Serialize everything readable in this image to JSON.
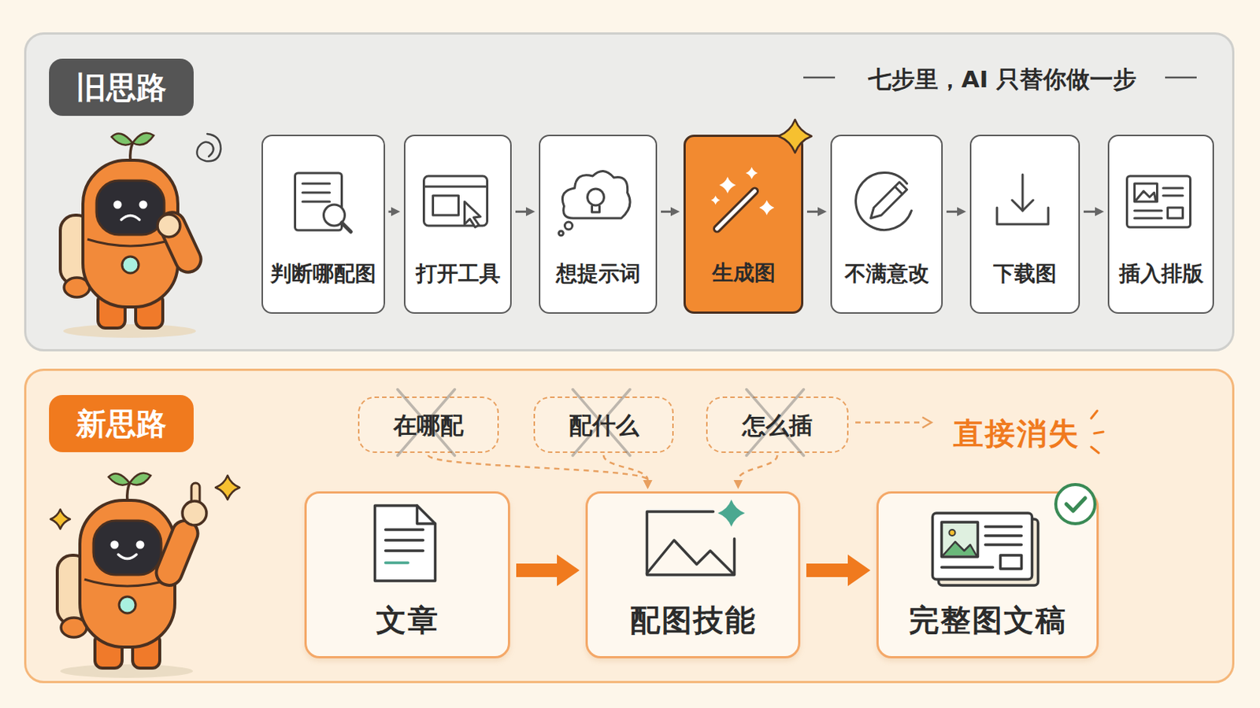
{
  "diagram": {
    "nodes": [
      {
        "text": [
          "旧思路",
          "七步里，AI 只替你做一步"
        ]
      },
      {
        "text": [
          "判断哪配图"
        ],
        "in": 0
      },
      {
        "text": [
          "打开工具"
        ],
        "in": 0
      },
      {
        "text": [
          "想提示词"
        ],
        "in": 0
      },
      {
        "text": [
          "生成图"
        ],
        "in": 0
      },
      {
        "text": [
          "不满意改"
        ],
        "in": 0
      },
      {
        "text": [
          "下载图"
        ],
        "in": 0
      },
      {
        "text": [
          "插入排版"
        ],
        "in": 0
      },
      {
        "text": [
          "新思路"
        ]
      },
      {
        "text": [
          "在哪配"
        ],
        "in": 8
      },
      {
        "text": [
          "配什么"
        ],
        "in": 8
      },
      {
        "text": [
          "怎么插"
        ],
        "in": 8
      },
      {
        "text": [
          "文章"
        ],
        "in": 8
      },
      {
        "text": [
          "配图技能"
        ],
        "in": 8
      },
      {
        "text": [
          "完整图文稿"
        ],
        "in": 8
      }
    ],
    "edges": [
      {
        "from": 1,
        "to": 2,
        "arrow": "to"
      },
      {
        "from": 2,
        "to": 3,
        "arrow": "to"
      },
      {
        "from": 3,
        "to": 4,
        "arrow": "to"
      },
      {
        "from": 4,
        "to": 5,
        "arrow": "to"
      },
      {
        "from": 5,
        "to": 6,
        "arrow": "to"
      },
      {
        "from": 6,
        "to": 7,
        "arrow": "to"
      },
      {
        "from": 9,
        "to": 13,
        "arrow": "to"
      },
      {
        "from": 10,
        "to": 13,
        "arrow": "to"
      },
      {
        "from": 11,
        "to": 13,
        "arrow": "to"
      },
      {
        "from": 12,
        "to": 13,
        "arrow": "to"
      },
      {
        "from": 13,
        "to": 14,
        "arrow": "to"
      }
    ],
    "labels": [
      "直接消失"
    ]
  }
}
